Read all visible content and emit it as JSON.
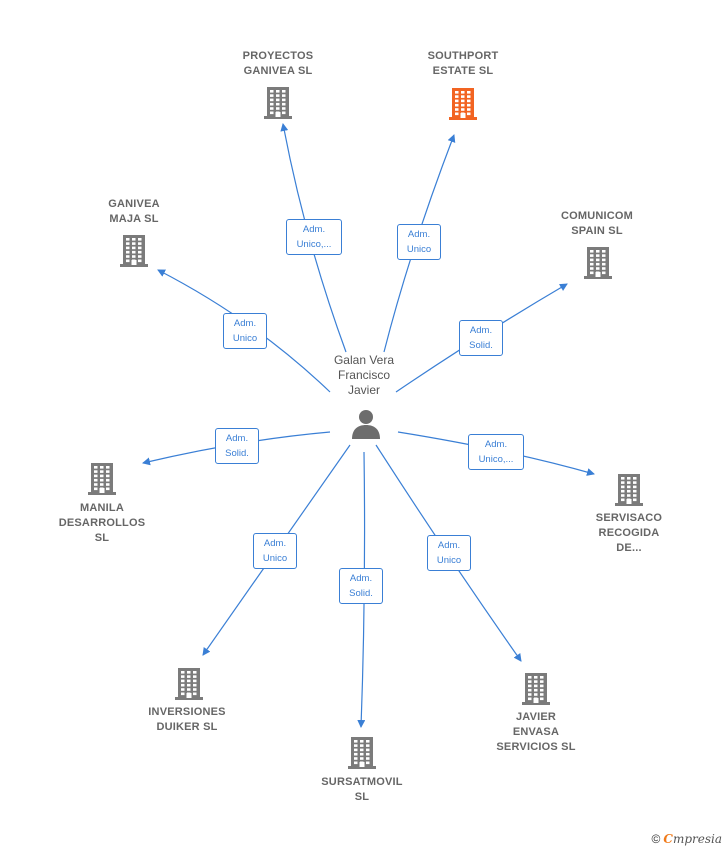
{
  "colors": {
    "edge": "#3a7fd5",
    "building_default": "#7b7b7b",
    "building_highlight": "#f26422",
    "person": "#6d6d6d"
  },
  "center": {
    "lines": [
      "Galan Vera",
      "Francisco",
      "Javier"
    ],
    "icon": "person-icon"
  },
  "nodes": [
    {
      "id": "proyectos-ganivea",
      "lines": [
        "PROYECTOS",
        "GANIVEA  SL"
      ],
      "highlight": false,
      "edge": [
        "Adm.",
        "Unico,..."
      ]
    },
    {
      "id": "southport-estate",
      "lines": [
        "SOUTHPORT",
        "ESTATE  SL"
      ],
      "highlight": true,
      "edge": [
        "Adm.",
        "Unico"
      ]
    },
    {
      "id": "ganivea-maja",
      "lines": [
        "GANIVEA",
        "MAJA  SL"
      ],
      "highlight": false,
      "edge": [
        "Adm.",
        "Unico"
      ]
    },
    {
      "id": "comunicom-spain",
      "lines": [
        "COMUNICOM",
        "SPAIN SL"
      ],
      "highlight": false,
      "edge": [
        "Adm.",
        "Solid."
      ]
    },
    {
      "id": "manila-desarrollos",
      "lines": [
        "MANILA",
        "DESARROLLOS",
        "SL"
      ],
      "highlight": false,
      "edge": [
        "Adm.",
        "Solid."
      ]
    },
    {
      "id": "servisaco-recogida",
      "lines": [
        "SERVISACO",
        "RECOGIDA",
        "DE..."
      ],
      "highlight": false,
      "edge": [
        "Adm.",
        "Unico,..."
      ]
    },
    {
      "id": "inversiones-duiker",
      "lines": [
        "INVERSIONES",
        "DUIKER  SL"
      ],
      "highlight": false,
      "edge": [
        "Adm.",
        "Unico"
      ]
    },
    {
      "id": "sursatmovil",
      "lines": [
        "SURSATMOVIL",
        "SL"
      ],
      "highlight": false,
      "edge": [
        "Adm.",
        "Solid."
      ]
    },
    {
      "id": "javier-envasa",
      "lines": [
        "JAVIER",
        "ENVASA",
        "SERVICIOS SL"
      ],
      "highlight": false,
      "edge": [
        "Adm.",
        "Unico"
      ]
    }
  ],
  "footer": {
    "copyright": "©",
    "brand_first": "C",
    "brand_rest": "mpresia"
  }
}
